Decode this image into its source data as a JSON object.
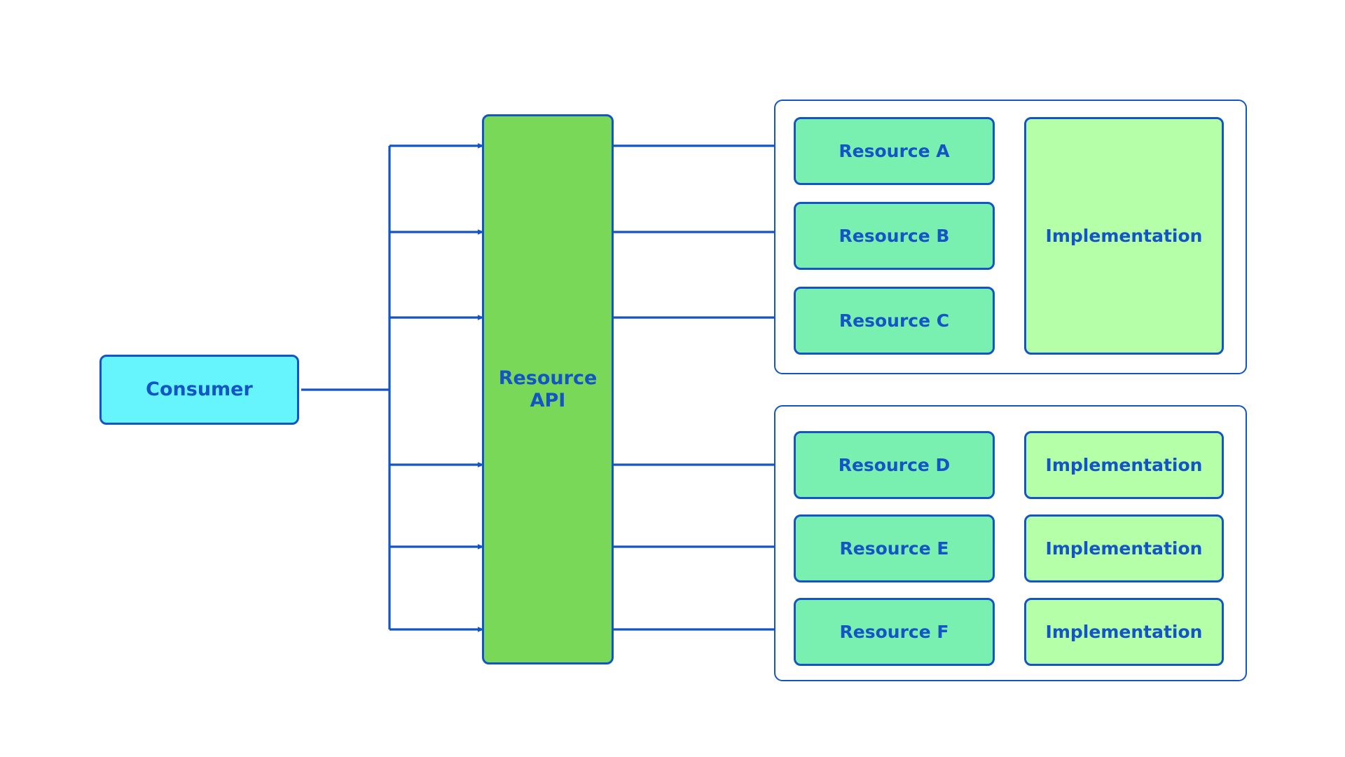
{
  "diagram": {
    "type": "architecture-flow",
    "title_text": "",
    "colors": {
      "line": "#1355c4",
      "text": "#1355c4",
      "consumer_fill": "#66f5fd",
      "api_fill": "#79d858",
      "resource_fill": "#7af0b0",
      "implementation_fill": "#b4ffa8",
      "group_fill": "#ffffff",
      "background": "#ffffff"
    },
    "consumer": {
      "label": "Consumer"
    },
    "resource_api": {
      "label": "Resource\nAPI",
      "line1": "Resource",
      "line2": "API"
    },
    "groups": [
      {
        "name": "group-top",
        "resources": [
          {
            "label": "Resource A"
          },
          {
            "label": "Resource B"
          },
          {
            "label": "Resource C"
          }
        ],
        "implementations": [
          {
            "label": "Implementation",
            "spans_all": true
          }
        ]
      },
      {
        "name": "group-bottom",
        "resources": [
          {
            "label": "Resource D"
          },
          {
            "label": "Resource E"
          },
          {
            "label": "Resource F"
          }
        ],
        "implementations": [
          {
            "label": "Implementation",
            "spans_all": false
          },
          {
            "label": "Implementation",
            "spans_all": false
          },
          {
            "label": "Implementation",
            "spans_all": false
          }
        ]
      }
    ],
    "connections": {
      "consumer_to_bus": "solid",
      "bus_to_api": "solid-arrow",
      "through_api": "dashed",
      "api_to_resource": "solid-arrow",
      "rows": 6
    }
  }
}
